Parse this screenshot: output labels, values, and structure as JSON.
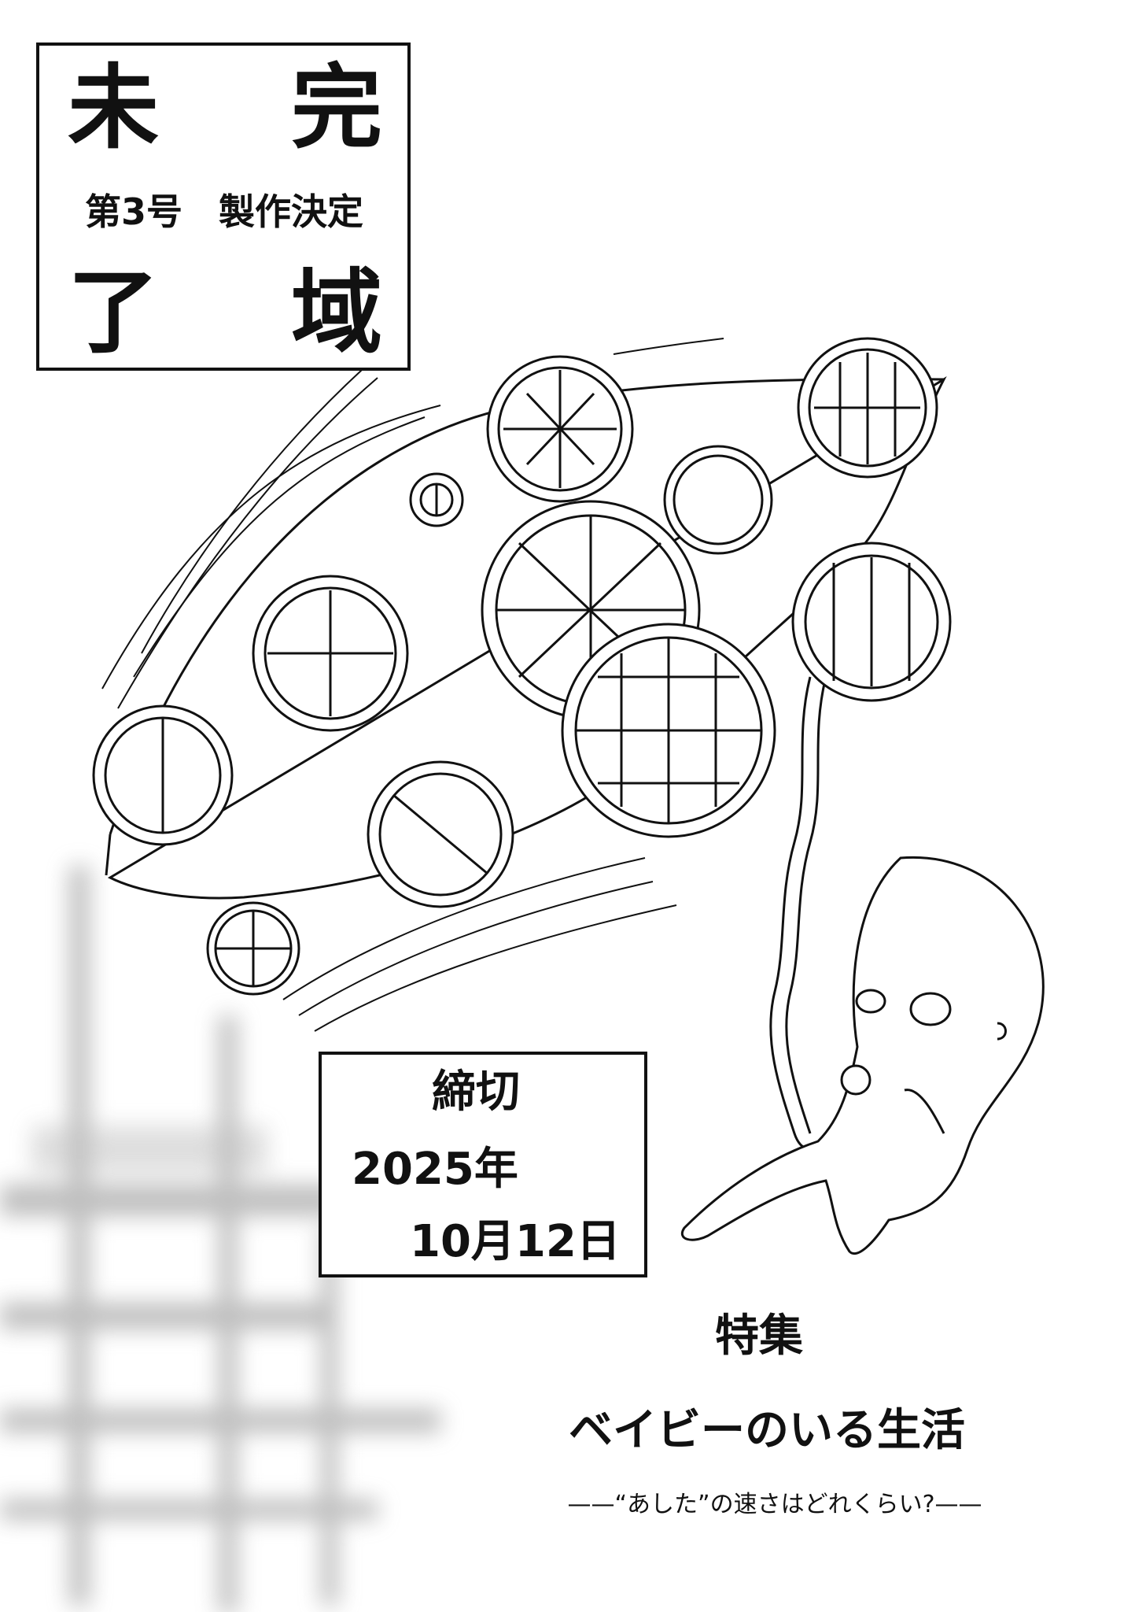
{
  "title": {
    "char_1": "未",
    "char_2": "完",
    "char_3": "了",
    "char_4": "域",
    "subtitle": "第3号　製作決定"
  },
  "deadline": {
    "label": "締切",
    "year": "2025年",
    "date": "10月12日"
  },
  "feature": {
    "label": "特集",
    "headline": "ベイビーのいる生活",
    "tagline": "——“あした”の速さはどれくらい?——"
  },
  "colors": {
    "ink": "#111111",
    "paper": "#ffffff",
    "blur": "#9a9a9a"
  }
}
